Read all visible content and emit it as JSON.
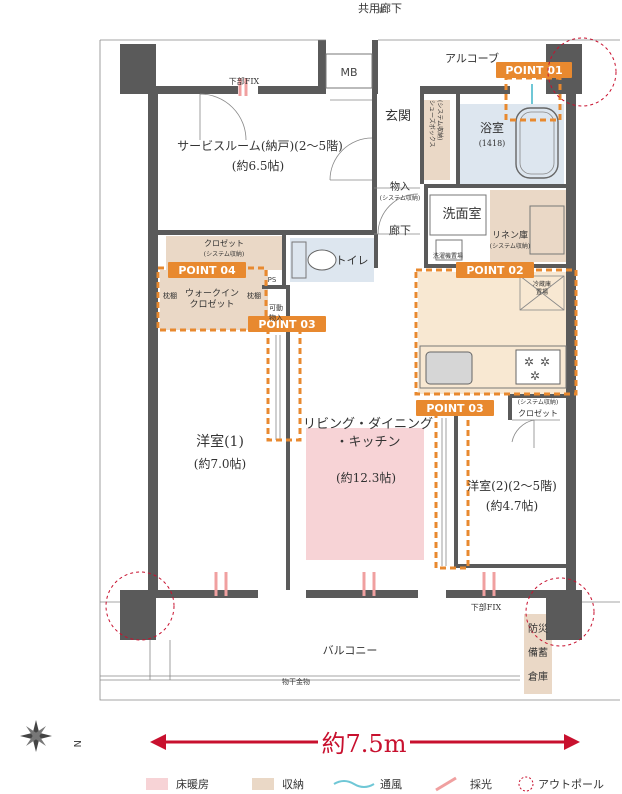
{
  "labels": {
    "corridor_top": "共用廊下",
    "alcove": "アルコーブ",
    "mb": "MB",
    "fix_top": "下部FIX",
    "fix_bottom": "下部FIX",
    "service_room_1": "サービスルーム(納戸)(2〜5階)",
    "service_room_2": "(約6.5帖)",
    "entrance": "玄関",
    "shoes_box_1": "シューズボックス",
    "shoes_box_2": "(システム収納)",
    "bath": "浴室",
    "bath_size": "(1418)",
    "storage_in": "物入",
    "storage_in_sub": "(システム収納)",
    "hallway": "廊下",
    "washroom": "洗面室",
    "linen": "リネン庫",
    "linen_sub": "(システム収納)",
    "washer": "洗濯機置場",
    "closet_top": "クロゼット",
    "closet_top_sub": "(システム収納)",
    "toilet": "トイレ",
    "ps": "PS",
    "walkin_1": "ウォークイン",
    "walkin_2": "クロゼット",
    "shelf_l": "枕棚",
    "shelf_r": "枕棚",
    "kanou_1": "可動",
    "kanou_2": "物入",
    "fridge_1": "冷蔵庫",
    "fridge_2": "置場",
    "system_closet_1": "(システム収納)",
    "system_closet_2": "クロゼット",
    "ldk_1": "リビング・ダイニング",
    "ldk_2": "・キッチン",
    "ldk_size": "(約12.3帖)",
    "western1_1": "洋室(1)",
    "western1_2": "(約7.0帖)",
    "western2_1": "洋室(2)(2〜5階)",
    "western2_2": "(約4.7帖)",
    "balcony": "バルコニー",
    "hanger": "物干金物",
    "disaster_1": "防災",
    "disaster_2": "備蓄",
    "disaster_3": "倉庫",
    "width": "約7.5m",
    "compass": "N"
  },
  "points": {
    "p01": "POINT 01",
    "p02": "POINT 02",
    "p03a": "POINT 03",
    "p03b": "POINT 03",
    "p04": "POINT 04"
  },
  "legend": {
    "floor_heat": "床暖房",
    "storage": "収納",
    "ventilation": "通風",
    "daylight": "採光",
    "outpole": "アウトポール"
  },
  "colors": {
    "floor_heating": "#f7d3d6",
    "storage": "#ead8c6",
    "kitchen": "#f8e8d2",
    "bath": "#dde6ef",
    "accent": "#e8892f",
    "arrow": "#c8102e"
  }
}
